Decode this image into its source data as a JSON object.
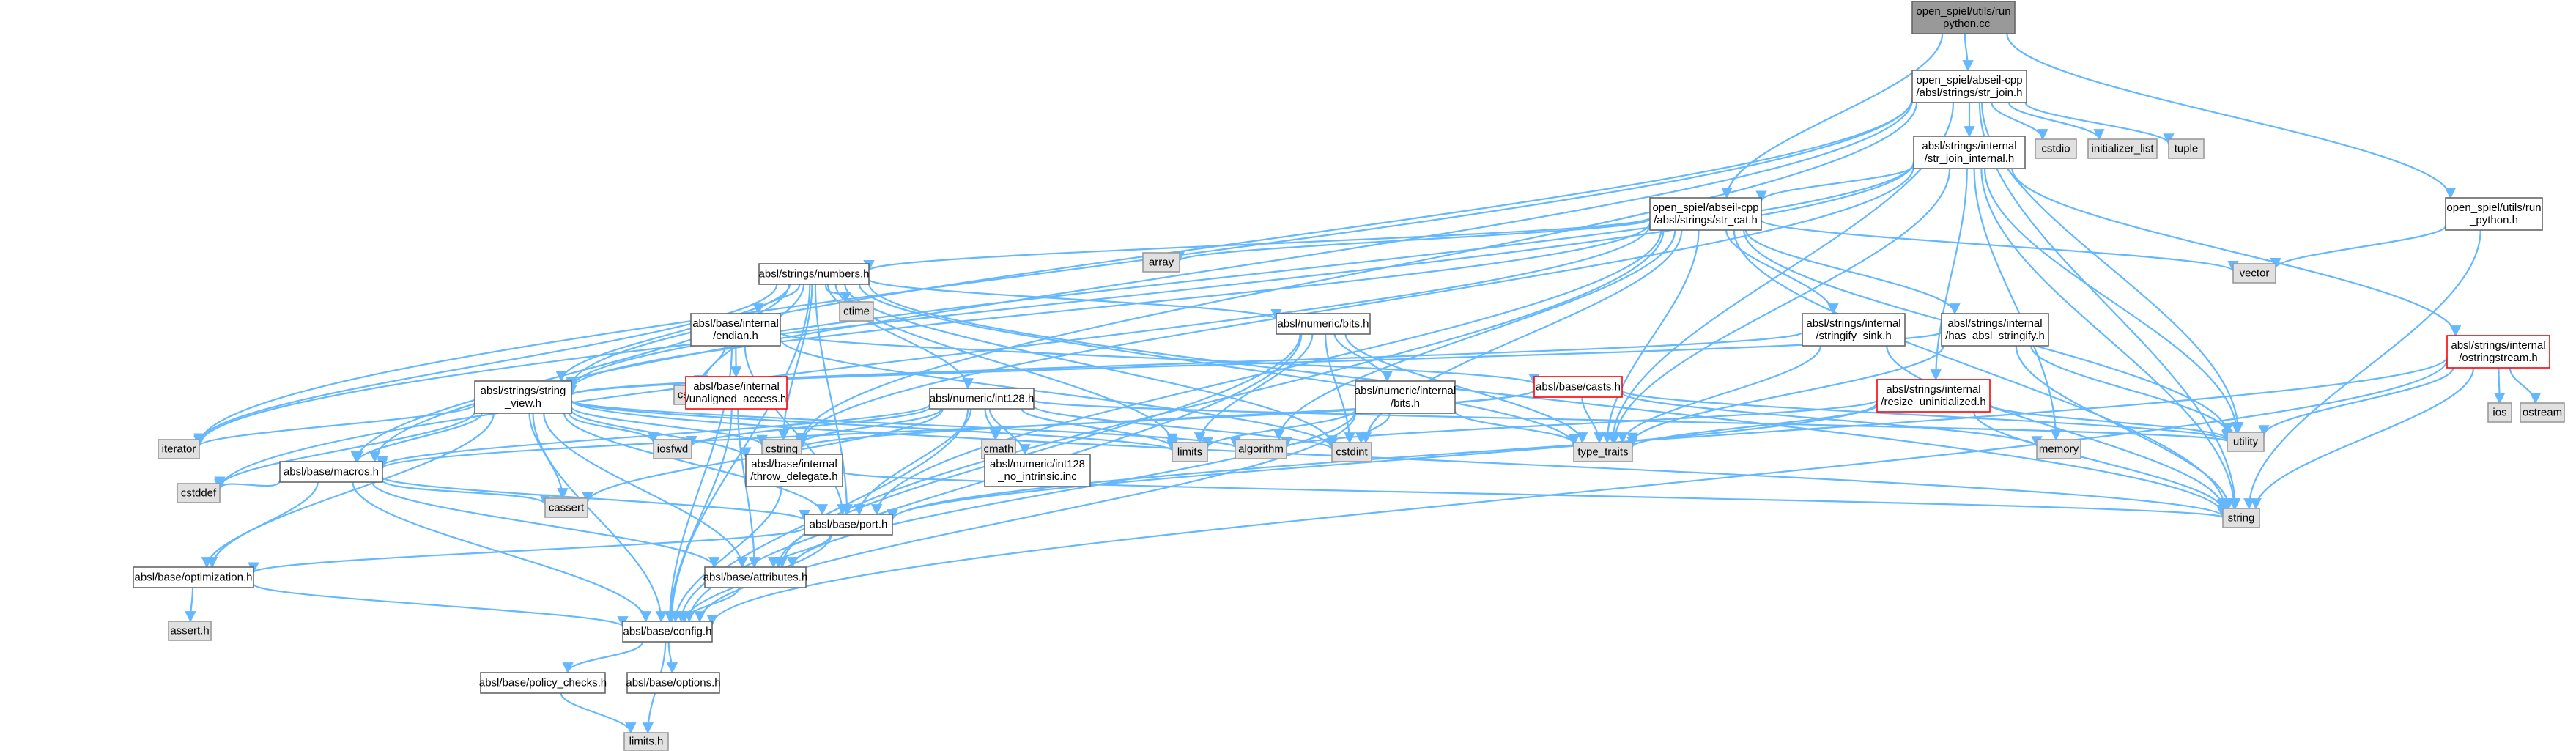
{
  "colors": {
    "edge": "#63b8ff",
    "root_fill": "#999999",
    "node_fill": "#ffffff",
    "node_border": "#666666",
    "external_fill": "#e0e0e0",
    "external_border": "#999999",
    "truncated_border": "#ff0000"
  },
  "nodes": [
    {
      "id": "root",
      "kind": "root",
      "lines": [
        "open_spiel/utils/run",
        "_python.cc"
      ]
    },
    {
      "id": "str_join",
      "kind": "file",
      "lines": [
        "open_spiel/abseil-cpp",
        "/absl/strings/str_join.h"
      ]
    },
    {
      "id": "run_python_h",
      "kind": "file",
      "lines": [
        "open_spiel/utils/run",
        "_python.h"
      ]
    },
    {
      "id": "str_join_internal",
      "kind": "file",
      "lines": [
        "absl/strings/internal",
        "/str_join_internal.h"
      ]
    },
    {
      "id": "cstdio",
      "kind": "external",
      "lines": [
        "cstdio"
      ]
    },
    {
      "id": "initializer_list",
      "kind": "external",
      "lines": [
        "initializer_list"
      ]
    },
    {
      "id": "tuple",
      "kind": "external",
      "lines": [
        "tuple"
      ]
    },
    {
      "id": "str_cat",
      "kind": "file",
      "lines": [
        "open_spiel/abseil-cpp",
        "/absl/strings/str_cat.h"
      ]
    },
    {
      "id": "vector",
      "kind": "external",
      "lines": [
        "vector"
      ]
    },
    {
      "id": "array",
      "kind": "external",
      "lines": [
        "array"
      ]
    },
    {
      "id": "numbers",
      "kind": "file",
      "lines": [
        "absl/strings/numbers.h"
      ]
    },
    {
      "id": "ctime",
      "kind": "external",
      "lines": [
        "ctime"
      ]
    },
    {
      "id": "endian",
      "kind": "file",
      "lines": [
        "absl/base/internal",
        "/endian.h"
      ]
    },
    {
      "id": "bits",
      "kind": "file",
      "lines": [
        "absl/numeric/bits.h"
      ]
    },
    {
      "id": "stringify_sink",
      "kind": "file",
      "lines": [
        "absl/strings/internal",
        "/stringify_sink.h"
      ]
    },
    {
      "id": "has_absl_stringify",
      "kind": "file",
      "lines": [
        "absl/strings/internal",
        "/has_absl_stringify.h"
      ]
    },
    {
      "id": "ostringstream",
      "kind": "truncated",
      "lines": [
        "absl/strings/internal",
        "/ostringstream.h"
      ]
    },
    {
      "id": "cstdlib",
      "kind": "external",
      "lines": [
        "cstdlib"
      ]
    },
    {
      "id": "unaligned_access",
      "kind": "truncated",
      "lines": [
        "absl/base/internal",
        "/unaligned_access.h"
      ]
    },
    {
      "id": "casts",
      "kind": "truncated",
      "lines": [
        "absl/base/casts.h"
      ]
    },
    {
      "id": "numeric_internal_bits",
      "kind": "file",
      "lines": [
        "absl/numeric/internal",
        "/bits.h"
      ]
    },
    {
      "id": "string_view",
      "kind": "file",
      "lines": [
        "absl/strings/string",
        "_view.h"
      ]
    },
    {
      "id": "int128",
      "kind": "file",
      "lines": [
        "absl/numeric/int128.h"
      ]
    },
    {
      "id": "resize_uninitialized",
      "kind": "truncated",
      "lines": [
        "absl/strings/internal",
        "/resize_uninitialized.h"
      ]
    },
    {
      "id": "ios",
      "kind": "external",
      "lines": [
        "ios"
      ]
    },
    {
      "id": "ostream",
      "kind": "external",
      "lines": [
        "ostream"
      ]
    },
    {
      "id": "iosfwd",
      "kind": "external",
      "lines": [
        "iosfwd"
      ]
    },
    {
      "id": "cstring",
      "kind": "external",
      "lines": [
        "cstring"
      ]
    },
    {
      "id": "throw_delegate",
      "kind": "file",
      "lines": [
        "absl/base/internal",
        "/throw_delegate.h"
      ]
    },
    {
      "id": "cmath",
      "kind": "external",
      "lines": [
        "cmath"
      ]
    },
    {
      "id": "int128_no_intrinsic",
      "kind": "file",
      "lines": [
        "absl/numeric/int128",
        "_no_intrinsic.inc"
      ]
    },
    {
      "id": "limits",
      "kind": "external",
      "lines": [
        "limits"
      ]
    },
    {
      "id": "algorithm",
      "kind": "external",
      "lines": [
        "algorithm"
      ]
    },
    {
      "id": "cstdint",
      "kind": "external",
      "lines": [
        "cstdint"
      ]
    },
    {
      "id": "type_traits",
      "kind": "external",
      "lines": [
        "type_traits"
      ]
    },
    {
      "id": "memory",
      "kind": "external",
      "lines": [
        "memory"
      ]
    },
    {
      "id": "utility",
      "kind": "external",
      "lines": [
        "utility"
      ]
    },
    {
      "id": "iterator",
      "kind": "external",
      "lines": [
        "iterator"
      ]
    },
    {
      "id": "macros",
      "kind": "file",
      "lines": [
        "absl/base/macros.h"
      ]
    },
    {
      "id": "cstddef",
      "kind": "external",
      "lines": [
        "cstddef"
      ]
    },
    {
      "id": "cassert",
      "kind": "external",
      "lines": [
        "cassert"
      ]
    },
    {
      "id": "port",
      "kind": "file",
      "lines": [
        "absl/base/port.h"
      ]
    },
    {
      "id": "string",
      "kind": "external",
      "lines": [
        "string"
      ]
    },
    {
      "id": "optimization",
      "kind": "file",
      "lines": [
        "absl/base/optimization.h"
      ]
    },
    {
      "id": "attributes",
      "kind": "file",
      "lines": [
        "absl/base/attributes.h"
      ]
    },
    {
      "id": "assert_h",
      "kind": "external",
      "lines": [
        "assert.h"
      ]
    },
    {
      "id": "config",
      "kind": "file",
      "lines": [
        "absl/base/config.h"
      ]
    },
    {
      "id": "policy_checks",
      "kind": "file",
      "lines": [
        "absl/base/policy_checks.h"
      ]
    },
    {
      "id": "options",
      "kind": "file",
      "lines": [
        "absl/base/options.h"
      ]
    },
    {
      "id": "limits_h",
      "kind": "external",
      "lines": [
        "limits.h"
      ]
    }
  ],
  "edges": [
    [
      "root",
      "str_join"
    ],
    [
      "root",
      "run_python_h"
    ],
    [
      "root",
      "str_cat"
    ],
    [
      "str_join",
      "str_join_internal"
    ],
    [
      "str_join",
      "cstdio"
    ],
    [
      "str_join",
      "initializer_list"
    ],
    [
      "str_join",
      "tuple"
    ],
    [
      "str_join",
      "string"
    ],
    [
      "str_join",
      "utility"
    ],
    [
      "str_join",
      "type_traits"
    ],
    [
      "str_join",
      "iterator"
    ],
    [
      "str_join",
      "macros"
    ],
    [
      "str_join",
      "string_view"
    ],
    [
      "str_join",
      "cstring"
    ],
    [
      "run_python_h",
      "vector"
    ],
    [
      "run_python_h",
      "string"
    ],
    [
      "str_join_internal",
      "str_cat"
    ],
    [
      "str_join_internal",
      "ostringstream"
    ],
    [
      "str_join_internal",
      "resize_uninitialized"
    ],
    [
      "str_join_internal",
      "string_view"
    ],
    [
      "str_join_internal",
      "cstring"
    ],
    [
      "str_join_internal",
      "iterator"
    ],
    [
      "str_join_internal",
      "memory"
    ],
    [
      "str_join_internal",
      "type_traits"
    ],
    [
      "str_join_internal",
      "utility"
    ],
    [
      "str_join_internal",
      "string"
    ],
    [
      "str_cat",
      "numbers"
    ],
    [
      "str_cat",
      "array"
    ],
    [
      "str_cat",
      "vector"
    ],
    [
      "str_cat",
      "stringify_sink"
    ],
    [
      "str_cat",
      "has_absl_stringify"
    ],
    [
      "str_cat",
      "string_view"
    ],
    [
      "str_cat",
      "port"
    ],
    [
      "str_cat",
      "attributes"
    ],
    [
      "str_cat",
      "cstdint"
    ],
    [
      "str_cat",
      "cstddef"
    ],
    [
      "str_cat",
      "type_traits"
    ],
    [
      "str_cat",
      "utility"
    ],
    [
      "str_cat",
      "string"
    ],
    [
      "str_cat",
      "algorithm"
    ],
    [
      "numbers",
      "ctime"
    ],
    [
      "numbers",
      "endian"
    ],
    [
      "numbers",
      "bits"
    ],
    [
      "numbers",
      "int128"
    ],
    [
      "numbers",
      "string_view"
    ],
    [
      "numbers",
      "macros"
    ],
    [
      "numbers",
      "port"
    ],
    [
      "numbers",
      "config"
    ],
    [
      "numbers",
      "cstdlib"
    ],
    [
      "numbers",
      "cstring"
    ],
    [
      "numbers",
      "limits"
    ],
    [
      "numbers",
      "cstdint"
    ],
    [
      "numbers",
      "type_traits"
    ],
    [
      "numbers",
      "string"
    ],
    [
      "numbers",
      "iterator"
    ],
    [
      "endian",
      "unaligned_access"
    ],
    [
      "endian",
      "casts"
    ],
    [
      "endian",
      "port"
    ],
    [
      "endian",
      "config"
    ],
    [
      "endian",
      "cstdint"
    ],
    [
      "endian",
      "cstdlib"
    ],
    [
      "unaligned_access",
      "attributes"
    ],
    [
      "unaligned_access",
      "config"
    ],
    [
      "bits",
      "numeric_internal_bits"
    ],
    [
      "bits",
      "attributes"
    ],
    [
      "bits",
      "config"
    ],
    [
      "bits",
      "limits"
    ],
    [
      "bits",
      "type_traits"
    ],
    [
      "bits",
      "cstdint"
    ],
    [
      "numeric_internal_bits",
      "attributes"
    ],
    [
      "numeric_internal_bits",
      "config"
    ],
    [
      "numeric_internal_bits",
      "limits"
    ],
    [
      "numeric_internal_bits",
      "type_traits"
    ],
    [
      "numeric_internal_bits",
      "cstdint"
    ],
    [
      "stringify_sink",
      "string_view"
    ],
    [
      "stringify_sink",
      "string"
    ],
    [
      "stringify_sink",
      "type_traits"
    ],
    [
      "has_absl_stringify",
      "string_view"
    ],
    [
      "has_absl_stringify",
      "type_traits"
    ],
    [
      "has_absl_stringify",
      "utility"
    ],
    [
      "has_absl_stringify",
      "string"
    ],
    [
      "ostringstream",
      "port"
    ],
    [
      "ostringstream",
      "ios"
    ],
    [
      "ostringstream",
      "ostream"
    ],
    [
      "ostringstream",
      "string"
    ],
    [
      "ostringstream",
      "utility"
    ],
    [
      "ostringstream",
      "config"
    ],
    [
      "casts",
      "macros"
    ],
    [
      "casts",
      "cstring"
    ],
    [
      "casts",
      "memory"
    ],
    [
      "casts",
      "type_traits"
    ],
    [
      "casts",
      "utility"
    ],
    [
      "resize_uninitialized",
      "port"
    ],
    [
      "resize_uninitialized",
      "algorithm"
    ],
    [
      "resize_uninitialized",
      "string"
    ],
    [
      "resize_uninitialized",
      "type_traits"
    ],
    [
      "resize_uninitialized",
      "utility"
    ],
    [
      "string_view",
      "iterator"
    ],
    [
      "string_view",
      "cstddef"
    ],
    [
      "string_view",
      "macros"
    ],
    [
      "string_view",
      "optimization"
    ],
    [
      "string_view",
      "config"
    ],
    [
      "string_view",
      "cassert"
    ],
    [
      "string_view",
      "attributes"
    ],
    [
      "string_view",
      "port"
    ],
    [
      "string_view",
      "throw_delegate"
    ],
    [
      "string_view",
      "iosfwd"
    ],
    [
      "string_view",
      "cstring"
    ],
    [
      "string_view",
      "limits"
    ],
    [
      "string_view",
      "algorithm"
    ],
    [
      "string_view",
      "string"
    ],
    [
      "int128",
      "macros"
    ],
    [
      "int128",
      "config"
    ],
    [
      "int128",
      "port"
    ],
    [
      "int128",
      "cassert"
    ],
    [
      "int128",
      "cmath"
    ],
    [
      "int128",
      "cstdint"
    ],
    [
      "int128",
      "cstring"
    ],
    [
      "int128",
      "iosfwd"
    ],
    [
      "int128",
      "limits"
    ],
    [
      "int128",
      "utility"
    ],
    [
      "int128",
      "int128_no_intrinsic"
    ],
    [
      "throw_delegate",
      "string"
    ],
    [
      "throw_delegate",
      "config"
    ],
    [
      "macros",
      "cstddef"
    ],
    [
      "macros",
      "cassert"
    ],
    [
      "macros",
      "attributes"
    ],
    [
      "macros",
      "config"
    ],
    [
      "macros",
      "optimization"
    ],
    [
      "macros",
      "port"
    ],
    [
      "port",
      "attributes"
    ],
    [
      "port",
      "config"
    ],
    [
      "port",
      "optimization"
    ],
    [
      "optimization",
      "assert_h"
    ],
    [
      "optimization",
      "config"
    ],
    [
      "attributes",
      "config"
    ],
    [
      "config",
      "policy_checks"
    ],
    [
      "config",
      "options"
    ],
    [
      "config",
      "limits_h"
    ],
    [
      "policy_checks",
      "limits_h"
    ]
  ]
}
